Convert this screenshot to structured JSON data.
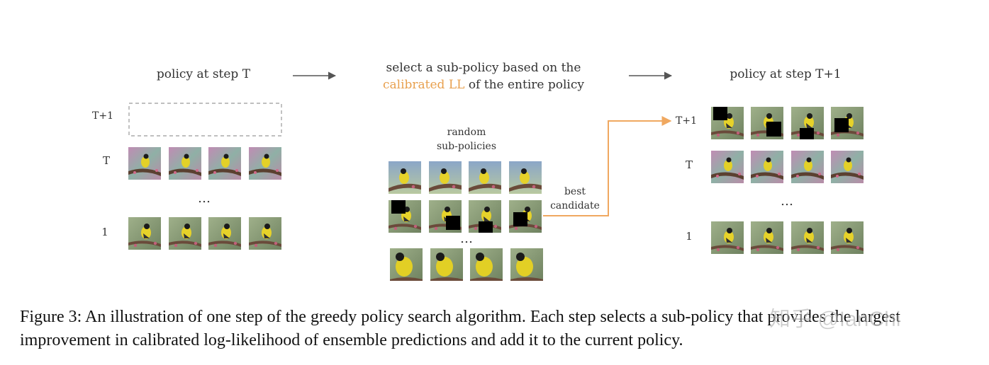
{
  "left_panel": {
    "title": "policy at step T",
    "row_labels": [
      "T+1",
      "T",
      "…",
      "1"
    ]
  },
  "middle_panel": {
    "title_line1": "select a sub-policy based on the",
    "title_highlight": "calibrated LL",
    "title_line2_rest": " of the entire policy",
    "random_label_line1": "random",
    "random_label_line2": "sub-policies",
    "dots": "…",
    "best_label_line1": "best",
    "best_label_line2": "candidate"
  },
  "right_panel": {
    "title": "policy at step T+1",
    "row_labels": [
      "T+1",
      "T",
      "…",
      "1"
    ]
  },
  "caption": "Figure 3: An illustration of one step of the greedy policy search algorithm. Each step selects a sub-policy that provides the largest improvement in calibrated log-likelihood of ensemble predictions and add it to the current policy.",
  "watermark": "知乎 @IanChi",
  "colors": {
    "highlight": "#e8a04e",
    "arrow_gray": "#555555",
    "arrow_orange": "#f0a860",
    "dashed_box": "#999999"
  }
}
